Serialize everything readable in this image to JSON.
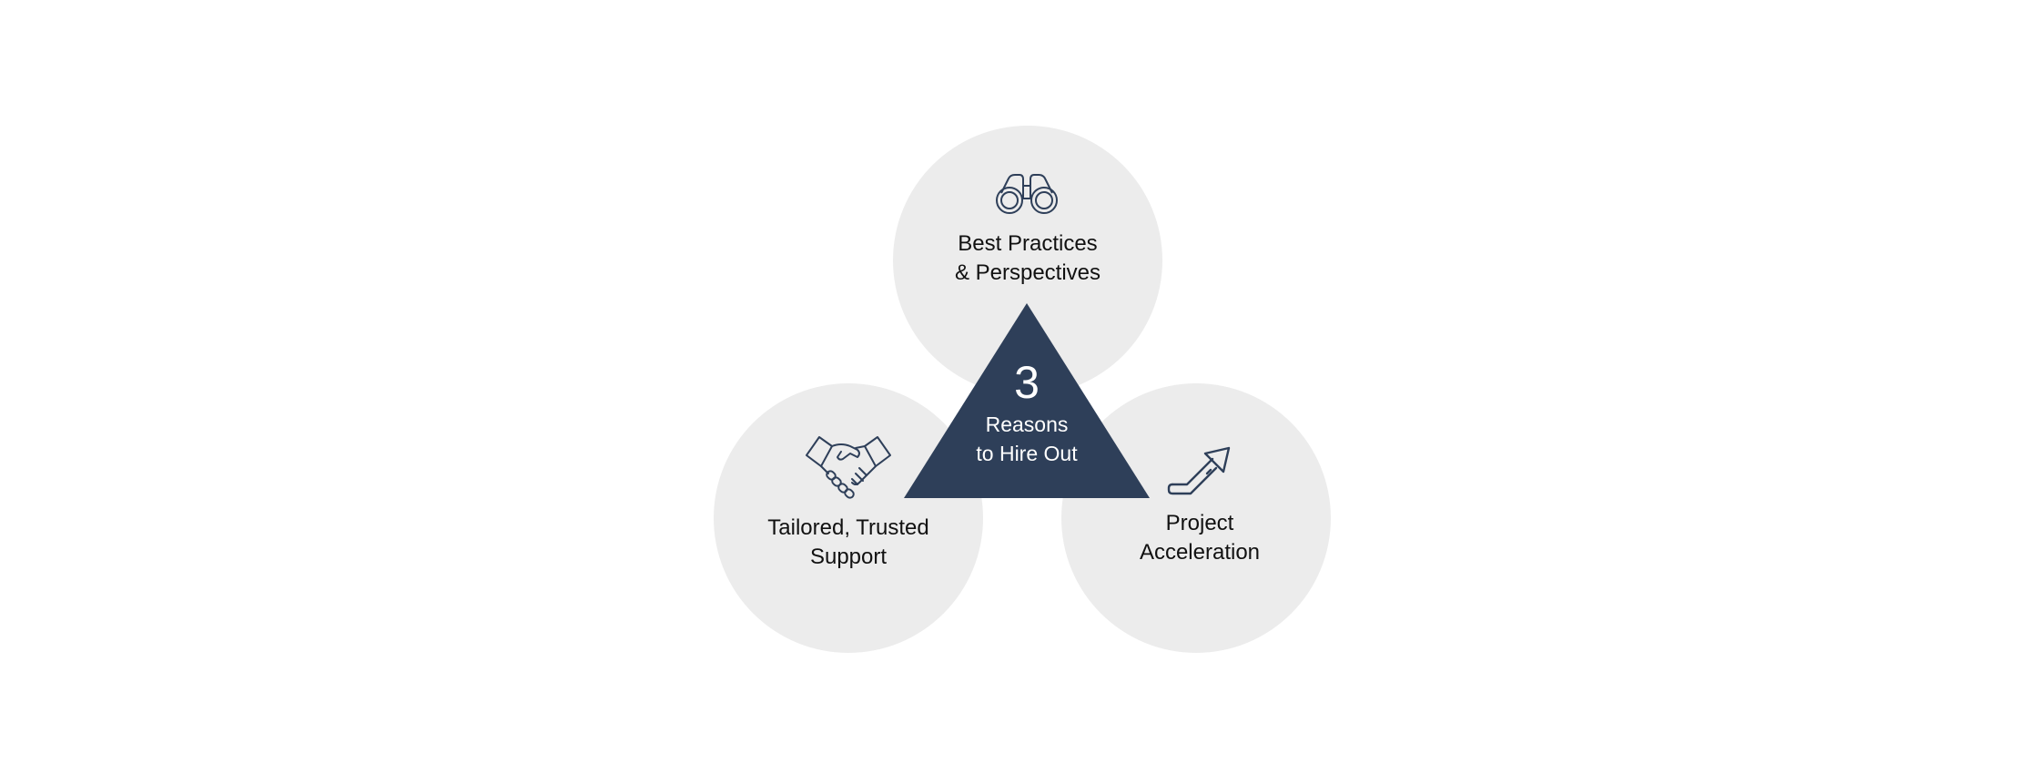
{
  "center": {
    "number": "3",
    "line1": "Reasons",
    "line2": "to Hire Out",
    "color": "#2e3f59"
  },
  "reasons": [
    {
      "line1": "Best Practices",
      "line2": "& Perspectives",
      "icon": "binoculars-icon"
    },
    {
      "line1": "Tailored, Trusted",
      "line2": "Support",
      "icon": "handshake-icon"
    },
    {
      "line1": "Project",
      "line2": "Acceleration",
      "icon": "growth-arrow-icon"
    }
  ],
  "colors": {
    "circle_fill": "#ececec",
    "icon_stroke": "#2e3f59",
    "text": "#111111",
    "background": "#ffffff"
  }
}
